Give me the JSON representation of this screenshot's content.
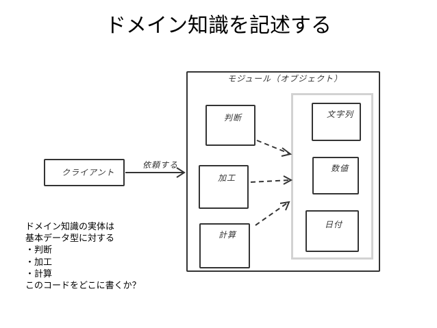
{
  "title": "ドメイン知識を記述する",
  "diagram": {
    "module_label": "モジュール（オブジェクト）",
    "client_label": "クライアント",
    "request_label": "依頼する",
    "operations": [
      "判断",
      "加工",
      "計算"
    ],
    "objects": [
      "文字列",
      "数値",
      "日付"
    ]
  },
  "notes": [
    "ドメイン知識の実体は",
    "基本データ型に対する",
    "・判断",
    "・加工",
    "・計算",
    "このコードをどこに書くか？"
  ]
}
